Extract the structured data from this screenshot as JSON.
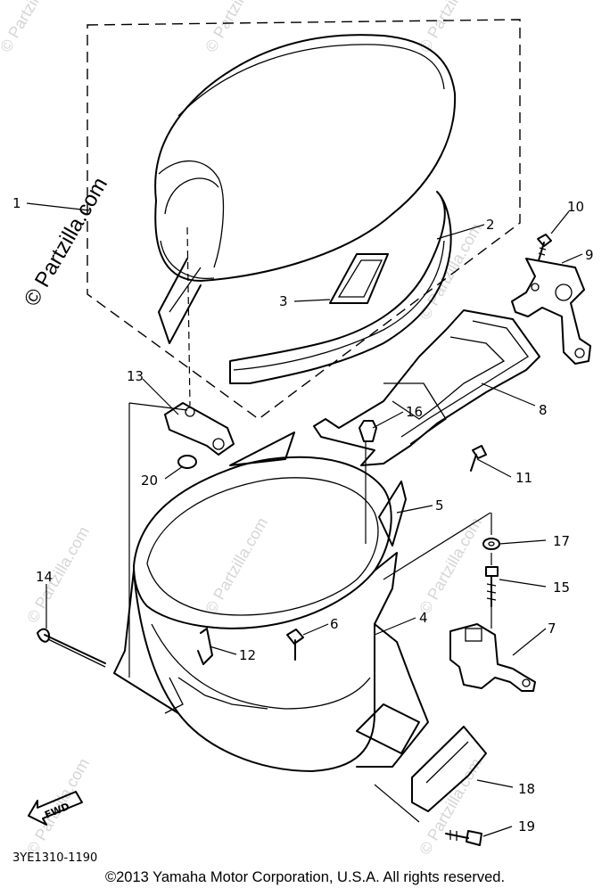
{
  "watermark": "© Partzilla.com",
  "drawing_code": "3YE1310-1190",
  "copyright": "©2013 Yamaha Motor Corporation, U.S.A. All rights reserved.",
  "fwd_label": "FWD",
  "callouts": {
    "c1": "1",
    "c2": "2",
    "c3": "3",
    "c4": "4",
    "c5": "5",
    "c6": "6",
    "c7": "7",
    "c8": "8",
    "c9": "9",
    "c10": "10",
    "c11": "11",
    "c12": "12",
    "c13": "13",
    "c14": "14",
    "c15": "15",
    "c16": "16",
    "c17": "17",
    "c18": "18",
    "c19": "19",
    "c20": "20"
  }
}
